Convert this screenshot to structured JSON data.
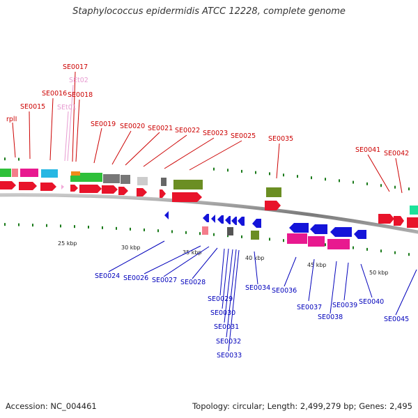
{
  "title": "Staphylococcus epidermidis ATCC 12228, complete genome",
  "footer": {
    "accession_label": "Accession: NC_004461",
    "topology_label": "Topology: circular; Length: 2,499,279 bp; Genes: 2,495"
  },
  "colors": {
    "forward_gene": "#e8132a",
    "reverse_gene": "#1414d9",
    "label_forward": "#cc0000",
    "label_reverse": "#0000bb",
    "label_rna": "#e79ad0",
    "backbone": "#888888",
    "tick": "#1a7a1a"
  },
  "scale_labels": [
    "25 kbp",
    "30 kbp",
    "35 kbp",
    "40 kbp",
    "45 kbp",
    "50 kbp"
  ],
  "forward_genes": [
    "rplI",
    "SE0015",
    "SE0016",
    "SE0017",
    "SEt02",
    "SE0018",
    "SEt01",
    "SE0019",
    "SE0020",
    "SE0021",
    "SE0022",
    "SE0023",
    "SE0025",
    "SE0035",
    "SE0041",
    "SE0042"
  ],
  "reverse_genes": [
    "SE0024",
    "SE0026",
    "SE0027",
    "SE0028",
    "SE0029",
    "SE0030",
    "SE0031",
    "SE0032",
    "SE0033",
    "SE0034",
    "SE0036",
    "SE0037",
    "SE0038",
    "SE0039",
    "SE0040",
    "SE0045"
  ]
}
